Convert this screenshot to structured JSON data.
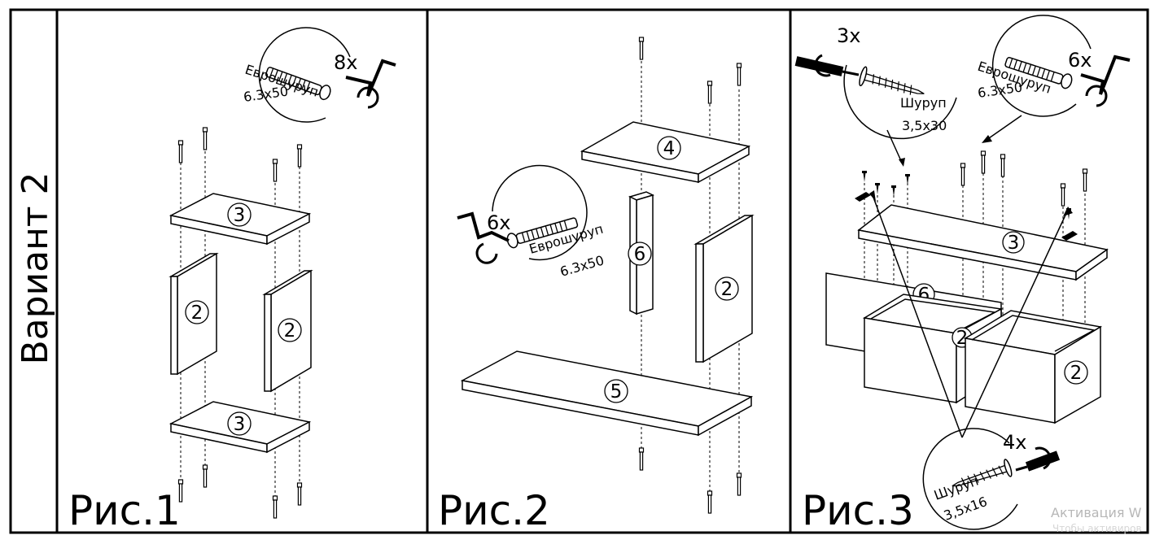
{
  "sidebar_label": "Вариант 2",
  "figures": [
    {
      "caption": "Рис.1",
      "parts": [
        "3",
        "2",
        "2",
        "3"
      ],
      "callouts": [
        {
          "name": "Еврошуруп",
          "size": "6.3x50",
          "count": "8x"
        }
      ]
    },
    {
      "caption": "Рис.2",
      "parts": [
        "4",
        "6",
        "2",
        "5"
      ],
      "callouts": [
        {
          "name": "Еврошуруп",
          "size": "6.3x50",
          "count": "6x"
        }
      ]
    },
    {
      "caption": "Рис.3",
      "parts": [
        "3",
        "6",
        "2",
        "2"
      ],
      "callouts": [
        {
          "name": "Шуруп",
          "size": "3,5x30",
          "count": "3x"
        },
        {
          "name": "Еврошуруп",
          "size": "6.3x50",
          "count": "6x"
        },
        {
          "name": "Шуруп",
          "size": "3,5x16",
          "count": "4x"
        }
      ]
    }
  ],
  "watermark": {
    "line1": "Активация W",
    "line2": "Чтобы активиров"
  }
}
